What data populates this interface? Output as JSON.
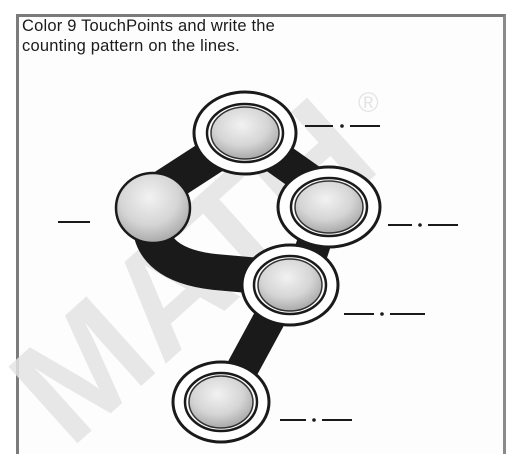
{
  "worksheet": {
    "instruction_line_1": "Color 9 TouchPoints and write the",
    "instruction_line_2": "counting pattern on the lines."
  },
  "diagram": {
    "touchpoint_count": 9,
    "answer_lines": 5,
    "path_color": "#1a1a1a",
    "dot_color": "#d8d8d8"
  },
  "watermark": {
    "text": "MATH",
    "registered_mark": "®",
    "color": "#e6e6e6"
  }
}
